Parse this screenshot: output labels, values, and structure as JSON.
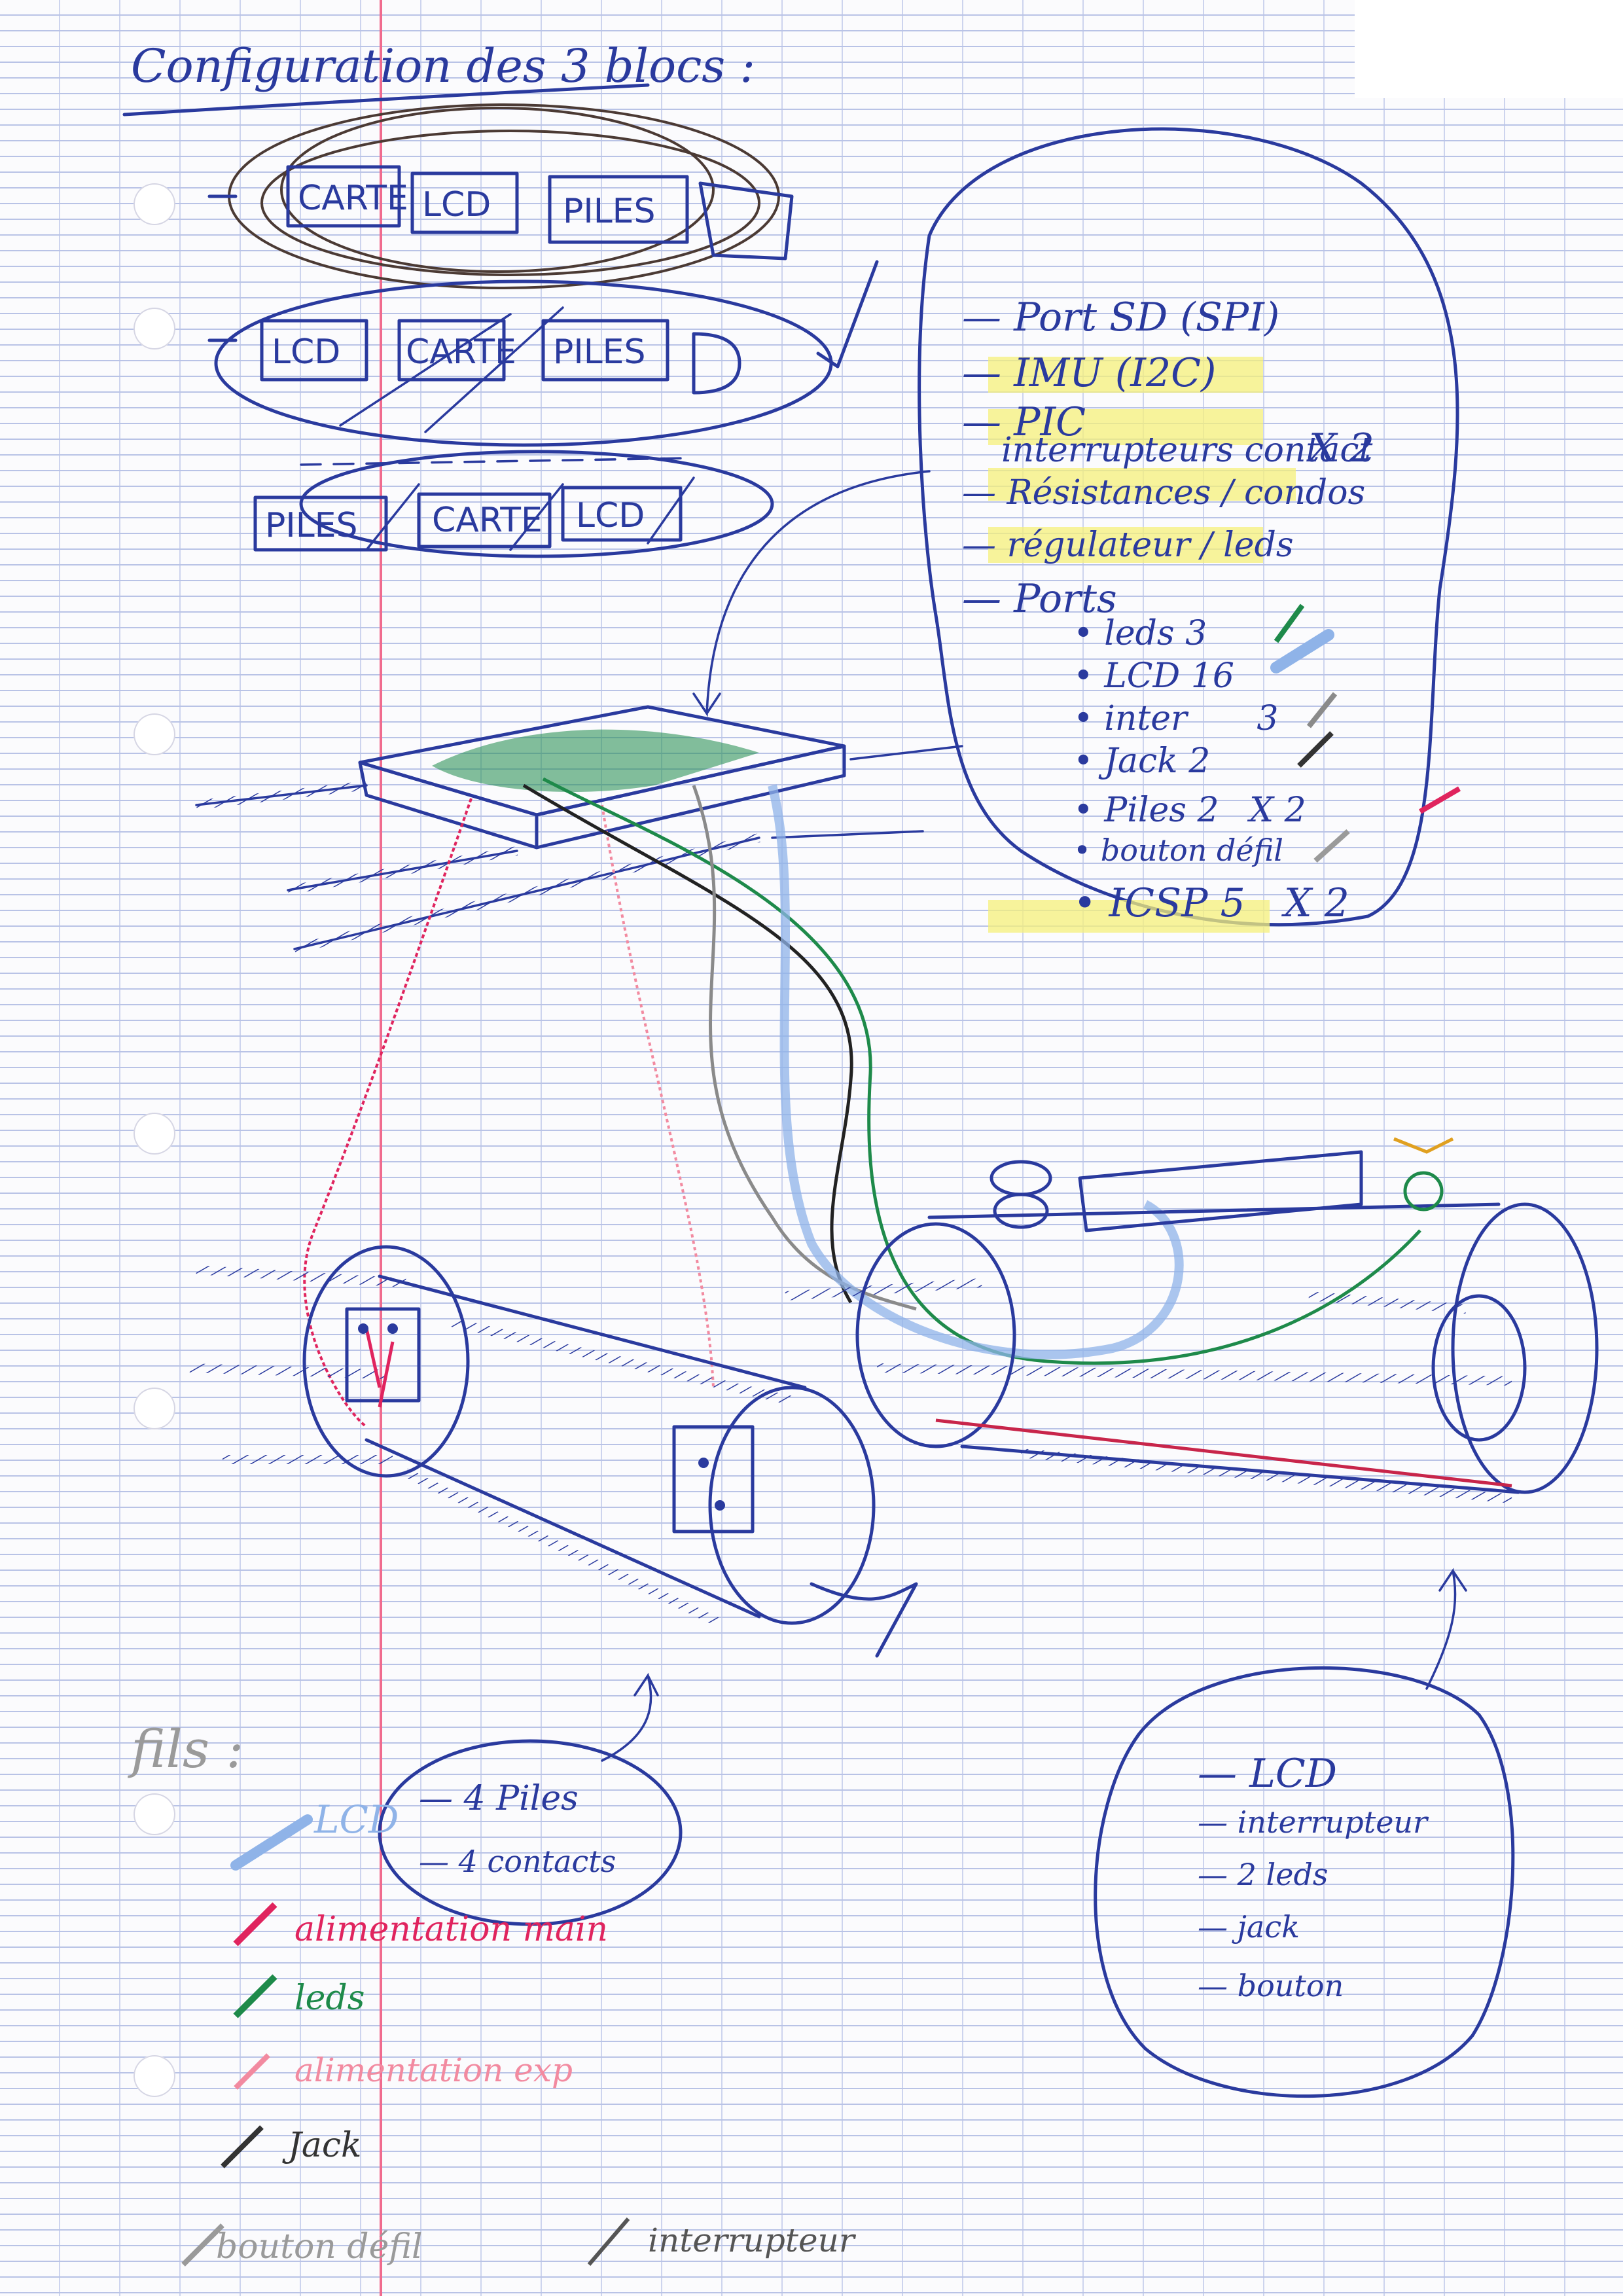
{
  "title": "Configuration des 3 blocs :",
  "blocks": {
    "row1": [
      "CARTE",
      "LCD",
      "PILES"
    ],
    "row2": [
      "LCD",
      "CARTE",
      "PILES"
    ],
    "row3": [
      "PILES",
      "CARTE",
      "LCD"
    ]
  },
  "board_list": {
    "items": [
      "Port SD (SPI)",
      "IMU (I2C)",
      "PIC",
      "interrupteurs contact",
      "Résistances / condos",
      "régulateur / leds",
      "Ports"
    ],
    "multiplier": "X 2",
    "ports": [
      {
        "label": "leds",
        "count": "3",
        "color": "#1e8a4a"
      },
      {
        "label": "LCD",
        "count": "16",
        "color": "#8fb3e8"
      },
      {
        "label": "inter",
        "count": "3",
        "color": "#8a8a8a"
      },
      {
        "label": "Jack",
        "count": "2",
        "color": "#333333"
      },
      {
        "label": "Piles",
        "count": "2",
        "mult": "X 2",
        "color": "#e0245e"
      },
      {
        "label": "bouton défil",
        "count": "",
        "color": "#9a9a9a"
      },
      {
        "label": "ICSP",
        "count": "5",
        "mult": "X 2",
        "color": ""
      }
    ]
  },
  "pile_block": [
    "4 Piles",
    "4 contacts"
  ],
  "lcd_block": [
    "LCD",
    "interrupteur",
    "2 leds",
    "jack",
    "bouton"
  ],
  "legend": {
    "title": "fils :",
    "entries": [
      {
        "label": "LCD",
        "color": "#8fb3e8"
      },
      {
        "label": "alimentation main",
        "color": "#e0245e"
      },
      {
        "label": "leds",
        "color": "#1e8a4a"
      },
      {
        "label": "alimentation exp",
        "color": "#f28aa0"
      },
      {
        "label": "Jack",
        "color": "#333333"
      },
      {
        "label": "bouton défil",
        "color": "#9a9a9a"
      },
      {
        "label": "interrupteur",
        "color": "#555555"
      }
    ]
  }
}
